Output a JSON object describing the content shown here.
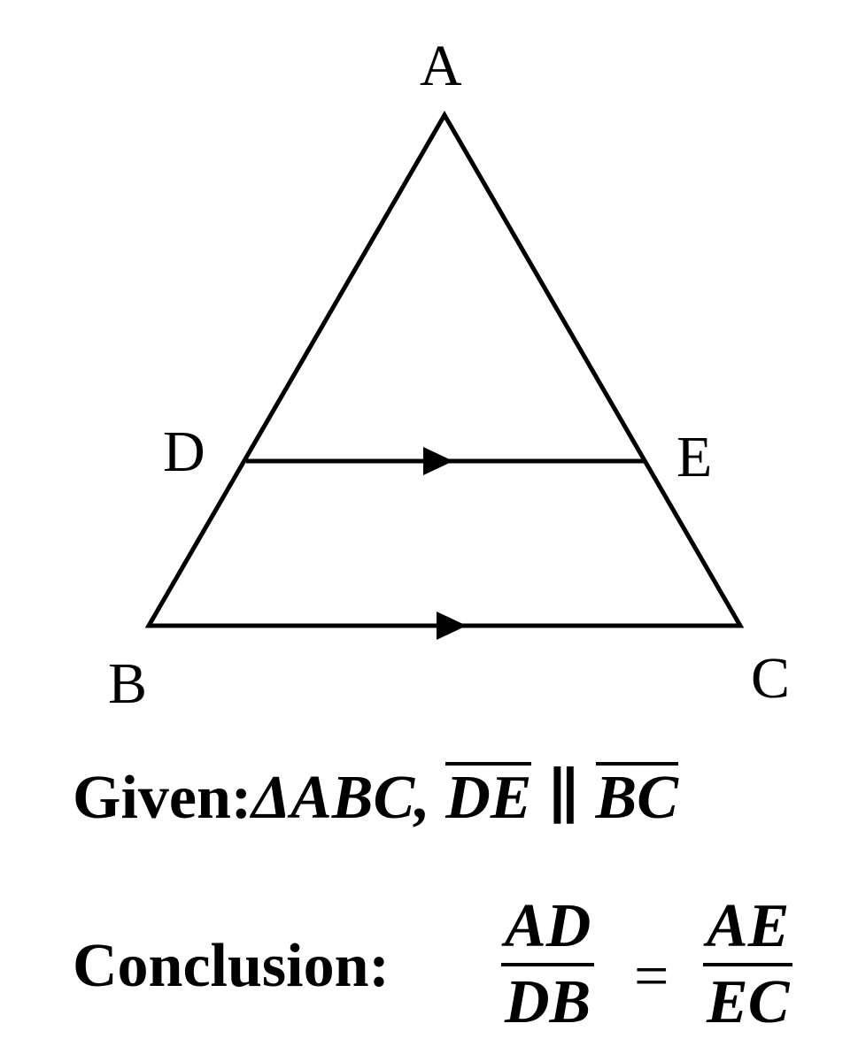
{
  "points": {
    "A": "A",
    "B": "B",
    "C": "C",
    "D": "D",
    "E": "E"
  },
  "given": {
    "label": "Given:",
    "triangle": "ΔABC,",
    "seg1": "DE",
    "parallel": "∥",
    "seg2": "BC"
  },
  "conclusion": {
    "label": "Conclusion:",
    "num1": "AD",
    "den1": "DB",
    "equals": "=",
    "num2": "AE",
    "den2": "EC"
  },
  "colors": {
    "stroke": "#000000",
    "background": "#ffffff"
  }
}
